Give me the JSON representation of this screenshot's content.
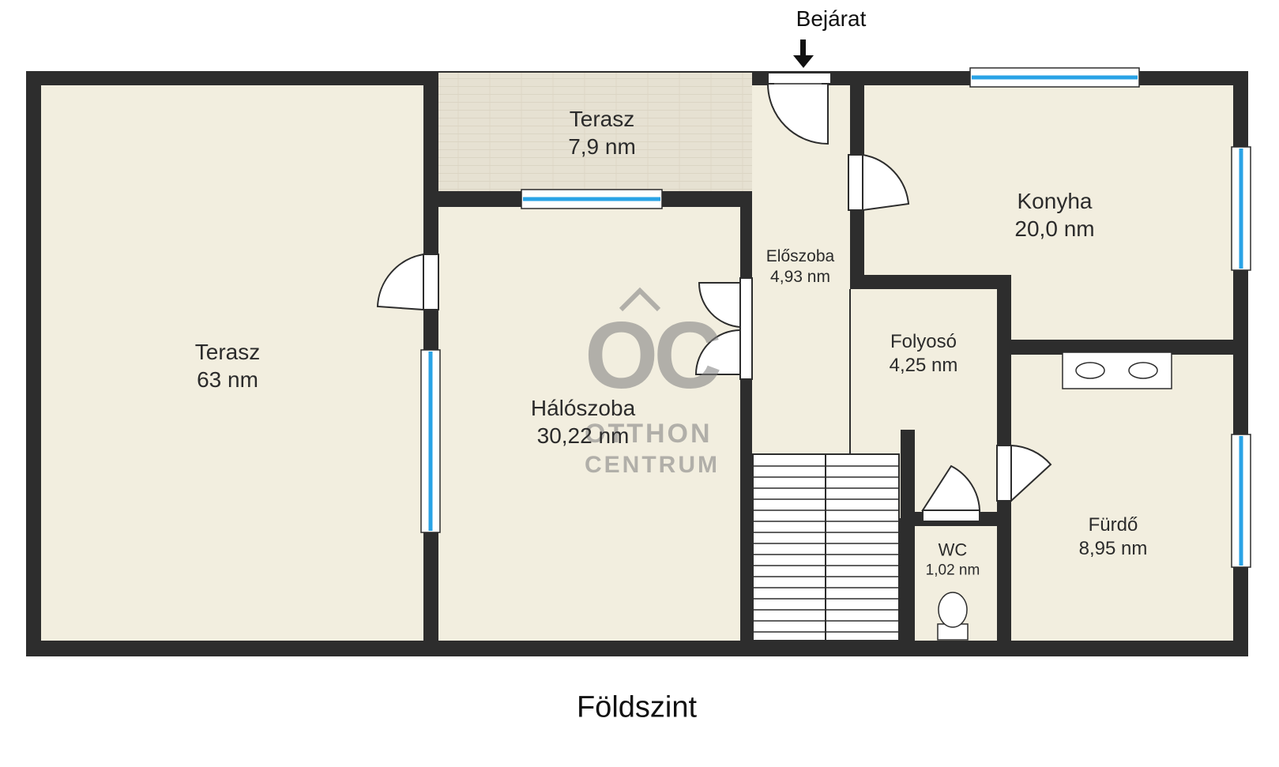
{
  "entrance_label": "Bejárat",
  "floor_label": "Földszint",
  "rooms": {
    "terrace_large": {
      "name": "Terasz",
      "area": "63 nm"
    },
    "terrace_small": {
      "name": "Terasz",
      "area": "7,9 nm"
    },
    "bedroom": {
      "name": "Hálószoba",
      "area": "30,22 nm"
    },
    "hallway": {
      "name": "Előszoba",
      "area": "4,93 nm"
    },
    "kitchen": {
      "name": "Konyha",
      "area": "20,0 nm"
    },
    "corridor": {
      "name": "Folyosó",
      "area": "4,25 nm"
    },
    "wc": {
      "name": "WC",
      "area": "1,02 nm"
    },
    "bathroom": {
      "name": "Fürdő",
      "area": "8,95 nm"
    }
  },
  "watermark": {
    "mark": "OC",
    "line1": "OTTHON",
    "line2": "CENTRUM"
  },
  "colors": {
    "floor": "#f2eedf",
    "wall": "#2d2d2d",
    "window": "#2aa3e6",
    "terrace_small_floor": "#e6e1d2"
  }
}
